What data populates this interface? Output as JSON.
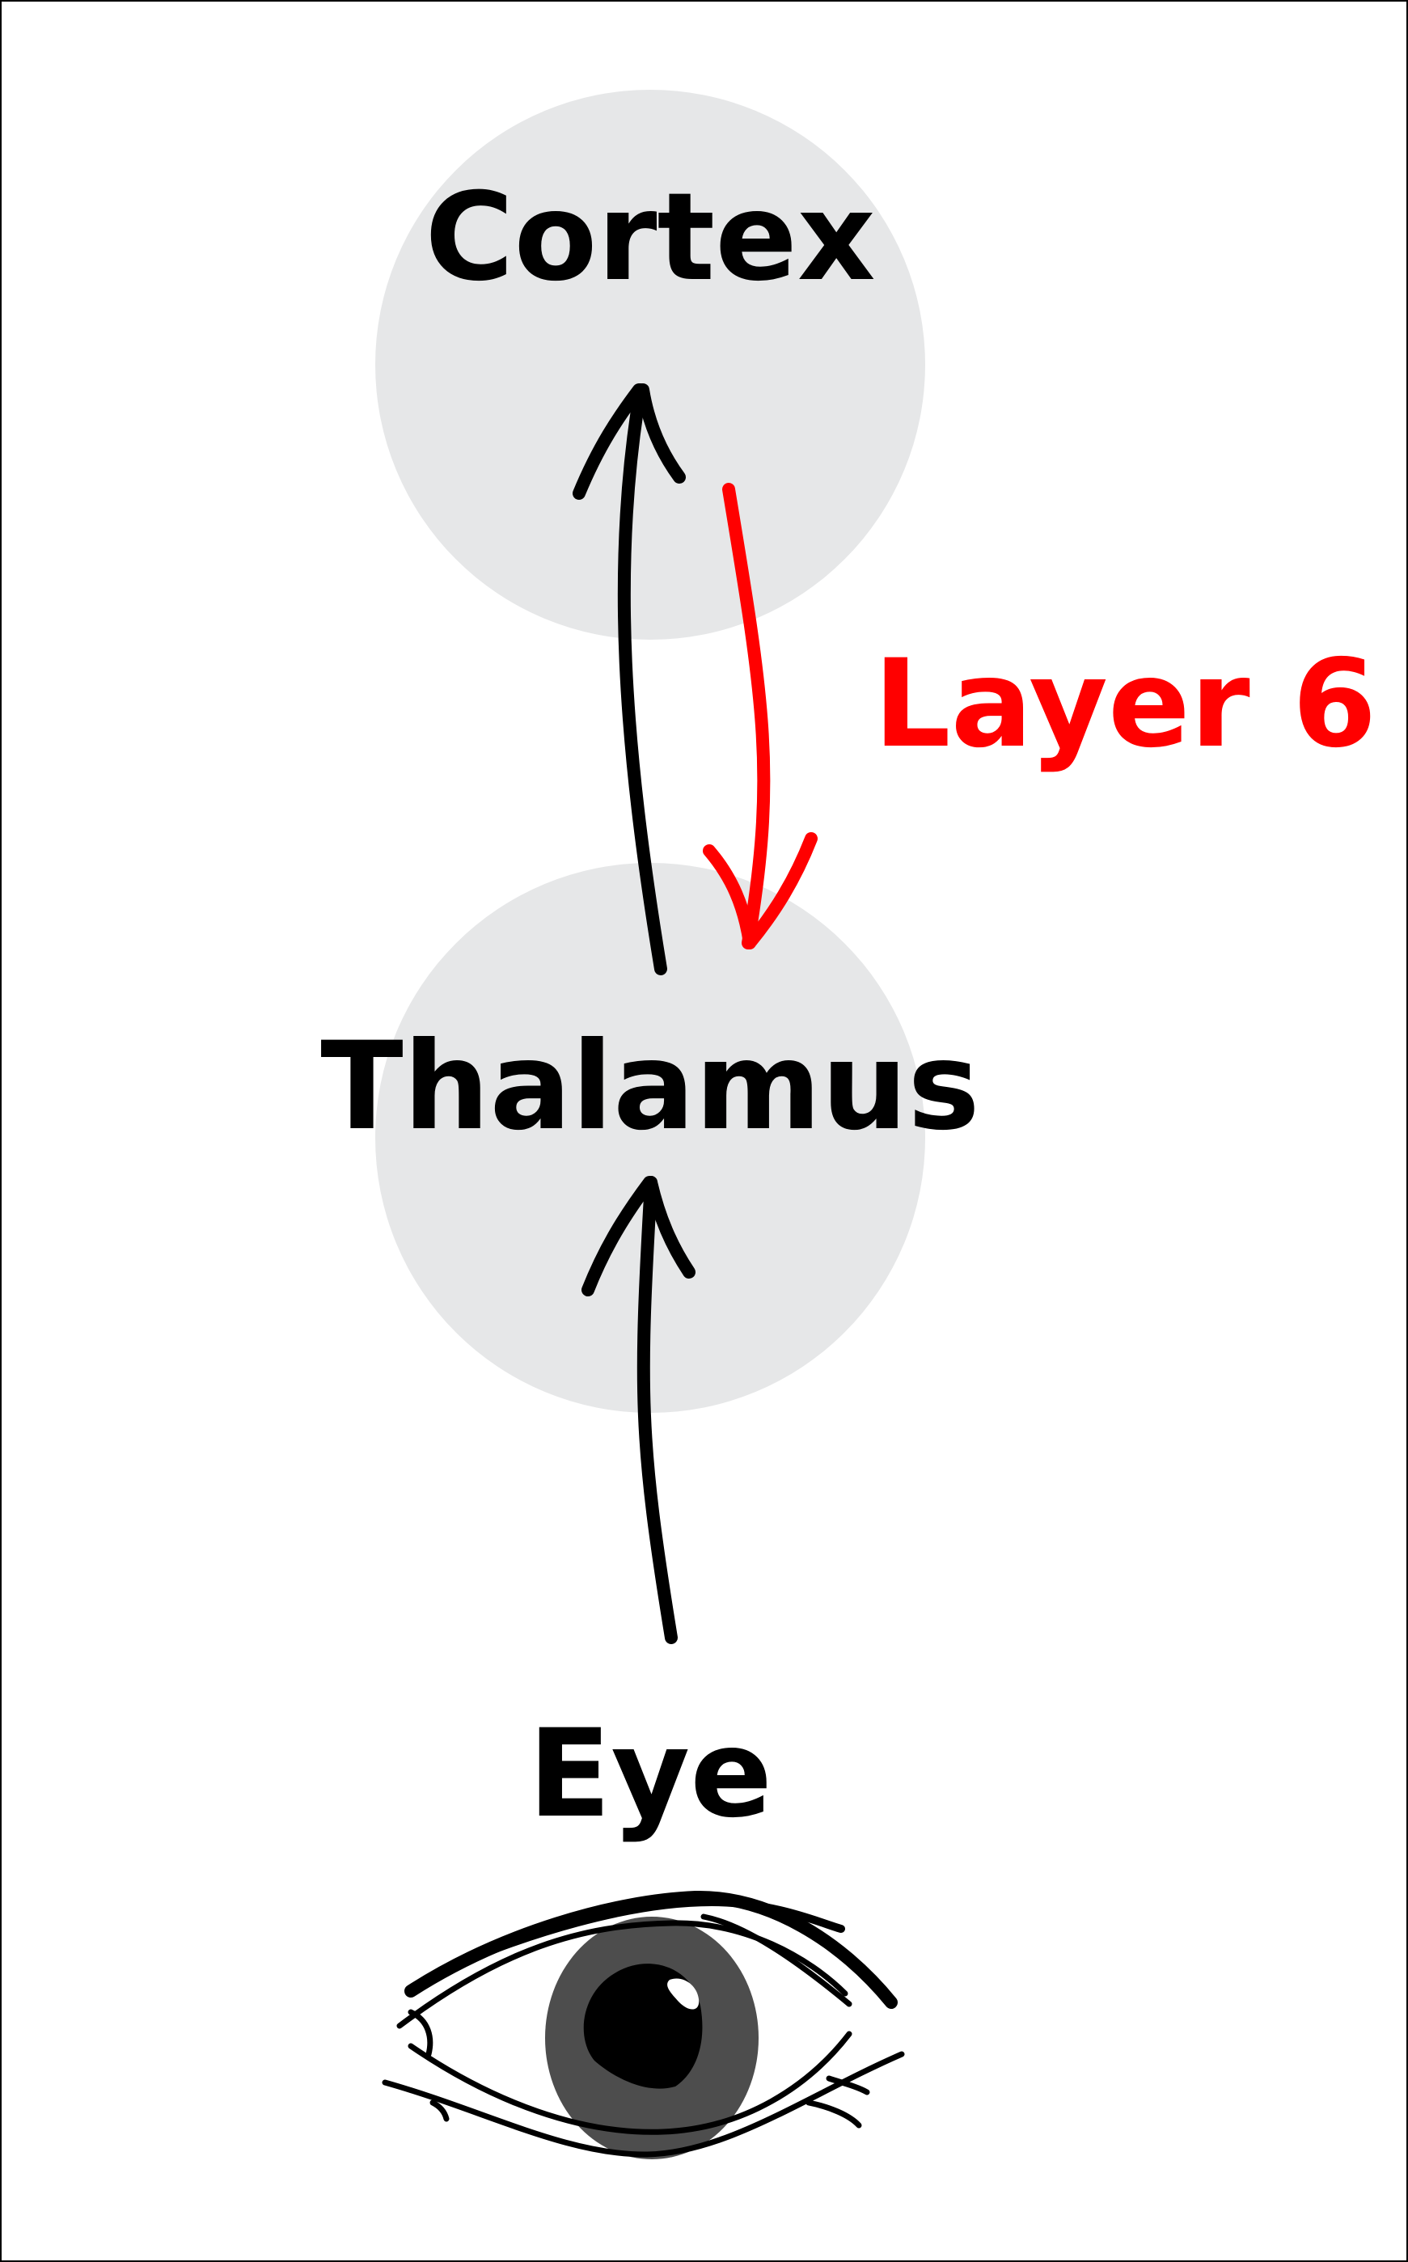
{
  "nodes": {
    "cortex": {
      "label": "Cortex"
    },
    "thalamus": {
      "label": "Thalamus"
    },
    "eye": {
      "label": "Eye"
    }
  },
  "edges": {
    "feedback": {
      "label": "Layer 6"
    }
  },
  "colors": {
    "circle_fill": "#e6e7e8",
    "ink": "#000000",
    "feedback": "#ff0000",
    "iris": "#4d4d4d",
    "pupil": "#000000",
    "highlight": "#ffffff",
    "frame": "#000000"
  },
  "icons": {
    "eye": "eye-icon"
  }
}
